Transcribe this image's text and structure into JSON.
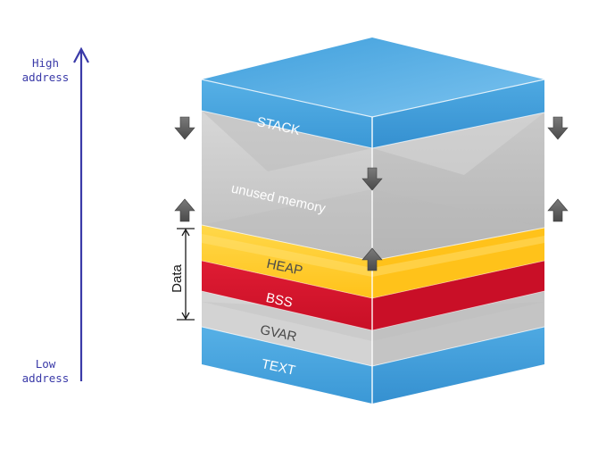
{
  "address_axis": {
    "high_line1": "High",
    "high_line2": "address",
    "low_line1": "Low",
    "low_line2": "address",
    "color": "#3a3aa8"
  },
  "data_bracket": {
    "label": "Data"
  },
  "segments": {
    "stack": {
      "label": "STACK",
      "color": "#4aa8e0"
    },
    "unused": {
      "label": "unused memory",
      "color": "#c8c8c8"
    },
    "heap": {
      "label": "HEAP",
      "color": "#ffc928"
    },
    "bss": {
      "label": "BSS",
      "color": "#d4152e"
    },
    "gvar": {
      "label": "GVAR",
      "color": "#cfcfcf"
    },
    "text": {
      "label": "TEXT",
      "color": "#4aa8e0"
    }
  },
  "growth_arrows": {
    "stack_direction": "down",
    "heap_direction": "up",
    "icon": "growth-arrow-icon"
  }
}
